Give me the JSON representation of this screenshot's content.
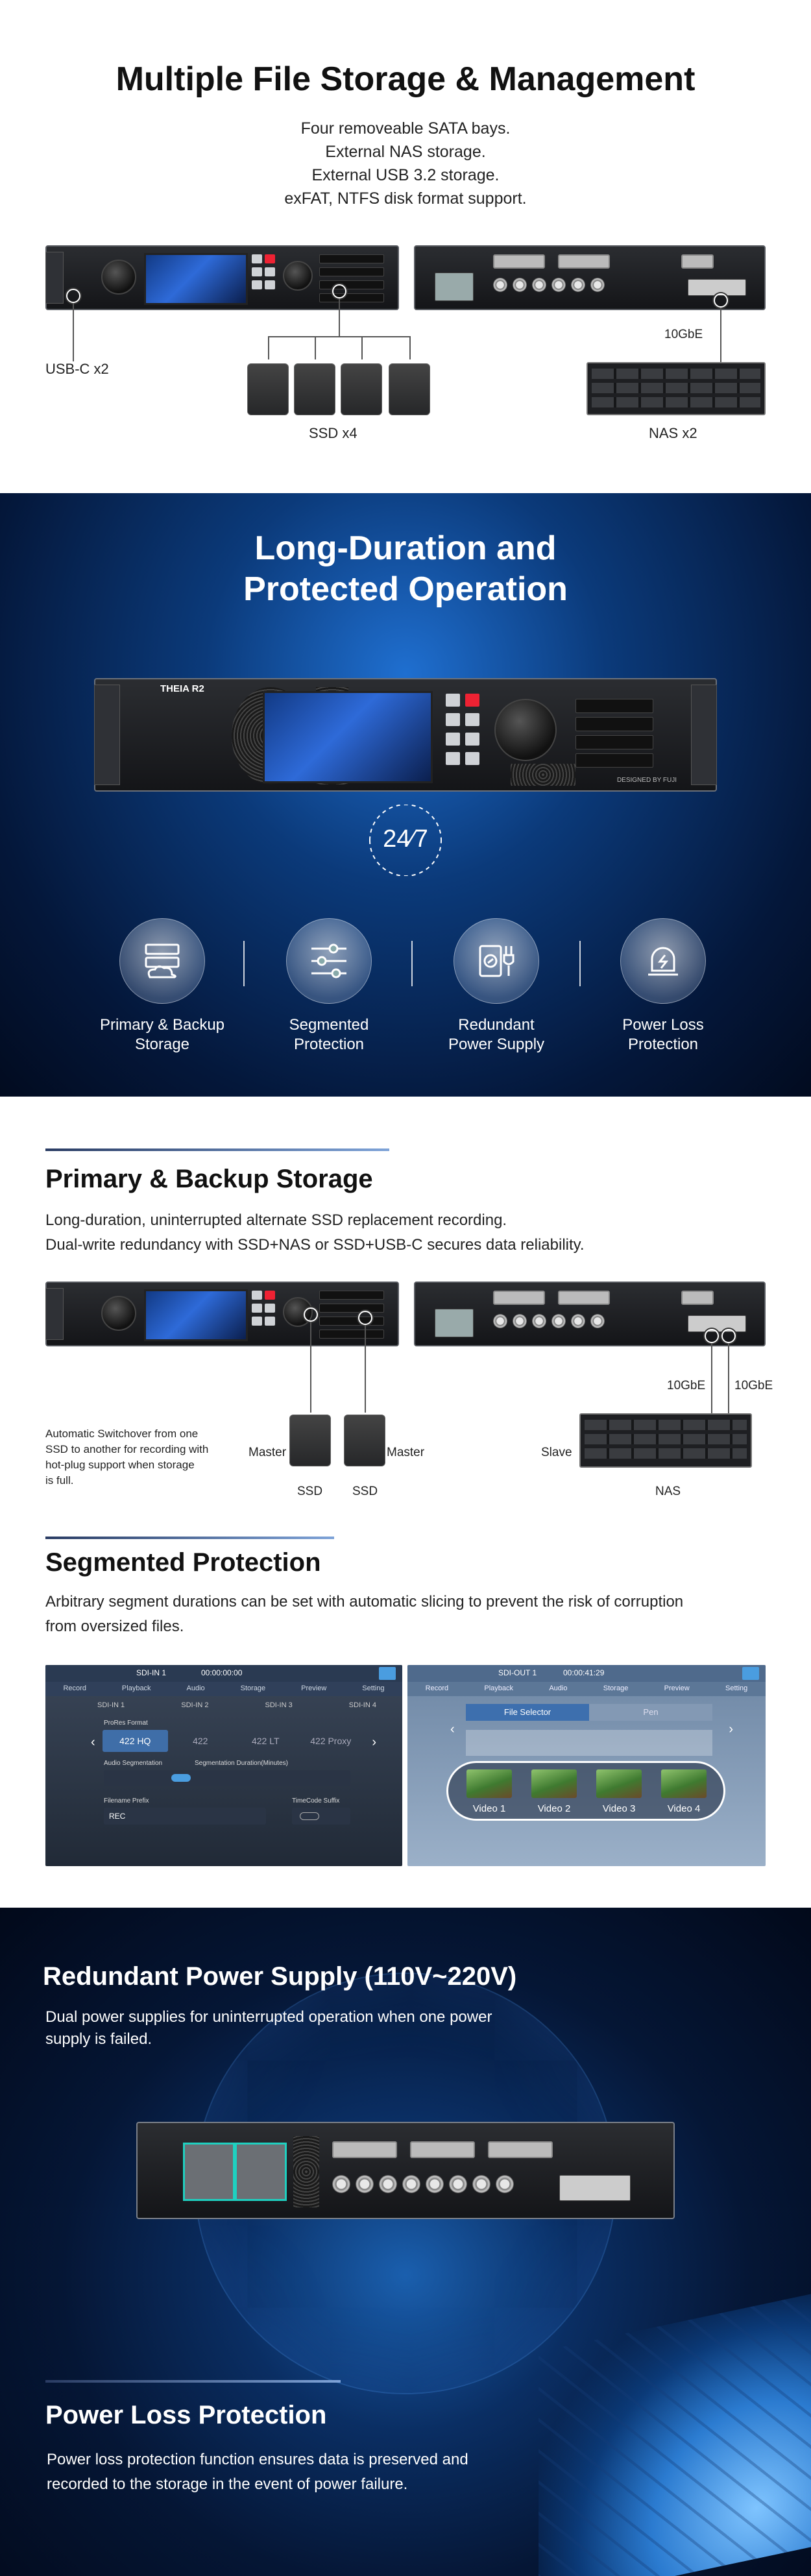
{
  "s1": {
    "title": "Multiple File Storage & Management",
    "lines": [
      "Four removeable SATA bays.",
      "External NAS storage.",
      "External USB 3.2 storage.",
      "exFAT, NTFS disk format support."
    ],
    "usbc": "USB-C x2",
    "ssd": "SSD x4",
    "nas": "NAS x2",
    "gbe": "10GbE"
  },
  "s2": {
    "title1": "Long-Duration and",
    "title2": "Protected Operation",
    "badge": "24⁄7",
    "device_label": "THEIA R2",
    "brand": "DESIGNED BY FUJI",
    "features": [
      {
        "l1": "Primary & Backup",
        "l2": "Storage",
        "icon": "storage-icon"
      },
      {
        "l1": "Segmented",
        "l2": "Protection",
        "icon": "sliders-icon"
      },
      {
        "l1": "Redundant",
        "l2": "Power Supply",
        "icon": "power-plug-icon"
      },
      {
        "l1": "Power Loss",
        "l2": "Protection",
        "icon": "power-alarm-icon"
      }
    ]
  },
  "s3": {
    "title": "Primary & Backup Storage",
    "p1": "Long-duration, uninterrupted alternate SSD replacement recording.",
    "p2": "Dual-write redundancy with SSD+NAS or SSD+USB-C secures data reliability.",
    "note": [
      "Automatic Switchover from one",
      "SSD to another for recording with",
      "hot-plug support when storage",
      "is full."
    ],
    "master": "Master",
    "slave": "Slave",
    "ssd": "SSD",
    "nas": "NAS",
    "gbe": "10GbE"
  },
  "s4": {
    "title": "Segmented Protection",
    "p1": "Arbitrary segment durations can be set with automatic slicing to prevent the risk of corruption",
    "p2": "from oversized files.",
    "left": {
      "channel": "SDI-IN 1",
      "timecode": "00:00:00:00",
      "tabs": [
        "Record",
        "Playback",
        "Audio",
        "Storage",
        "Preview",
        "Setting"
      ],
      "inputs": [
        "SDI-IN 1",
        "SDI-IN 2",
        "SDI-IN 3",
        "SDI-IN 4"
      ],
      "profile_label": "ProRes Format",
      "formats": [
        "422 HQ",
        "422",
        "422 LT",
        "422 Proxy"
      ],
      "seg_label": "Audio Segmentation",
      "seg_dur": "Segmentation Duration(Minutes)",
      "prefix_label": "Filename Prefix",
      "prefix": "REC",
      "timecode_label": "TimeCode Suffix"
    },
    "right": {
      "channel": "SDI-OUT 1",
      "timecode": "00:00:41:29",
      "selector": "File Selector",
      "pen": "Pen",
      "videos": [
        "Video 1",
        "Video 2",
        "Video 3",
        "Video 4"
      ]
    }
  },
  "s5": {
    "title": "Redundant Power Supply (110V~220V)",
    "p1": "Dual power supplies for uninterrupted operation when one power",
    "p2": "supply is failed."
  },
  "s6": {
    "title": "Power Loss Protection",
    "p1": "Power loss protection function ensures data is preserved and",
    "p2": "recorded to the storage in the event of power failure."
  }
}
